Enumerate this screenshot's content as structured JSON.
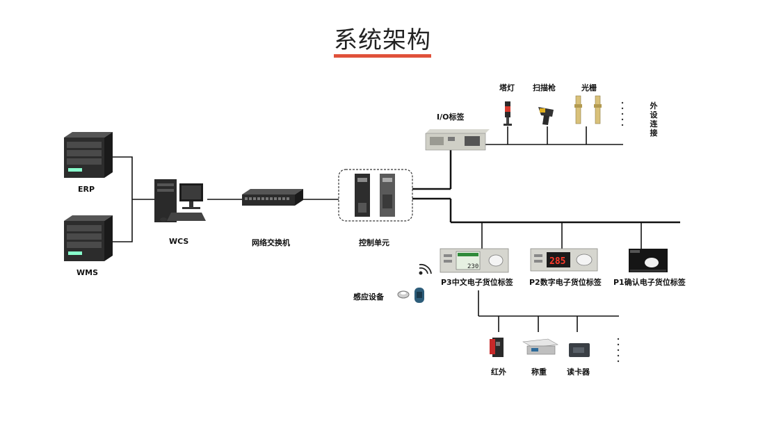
{
  "title": "系统架构",
  "nodes": {
    "erp": "ERP",
    "wms": "WMS",
    "wcs": "WCS",
    "switch": "网络交换机",
    "control": "控制单元",
    "io": "I/O标签",
    "tower_light": "塔灯",
    "scanner": "扫描枪",
    "light_curtain": "光栅",
    "peripheral": "外设连接",
    "p3": "P3中文电子货位标签",
    "p2": "P2数字电子货位标签",
    "p1": "P1确认电子货位标签",
    "sensing": "感应设备",
    "infrared": "红外",
    "weighing": "称重",
    "card_reader": "读卡器"
  },
  "displays": {
    "p2_digits": "285",
    "p3_digits": "230"
  },
  "colors": {
    "accent": "#e0513a",
    "line": "#111111"
  }
}
